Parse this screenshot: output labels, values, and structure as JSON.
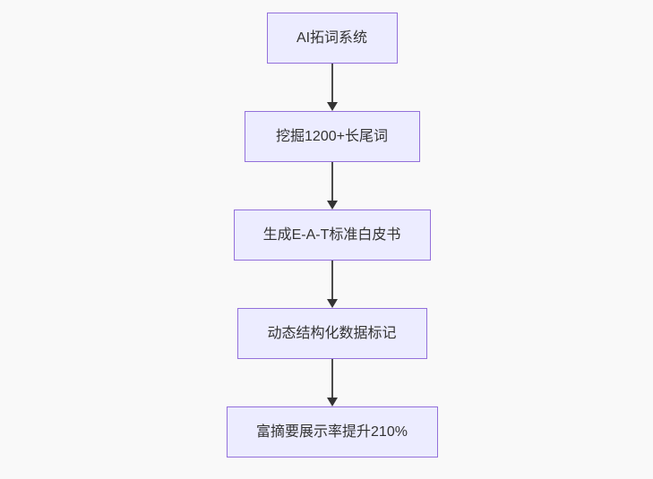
{
  "flowchart": {
    "direction": "top-to-bottom",
    "nodes": [
      {
        "id": "node-1",
        "label": "AI拓词系统"
      },
      {
        "id": "node-2",
        "label": "挖掘1200+长尾词"
      },
      {
        "id": "node-3",
        "label": "生成E-A-T标准白皮书"
      },
      {
        "id": "node-4",
        "label": "动态结构化数据标记"
      },
      {
        "id": "node-5",
        "label": "富摘要展示率提升210%"
      }
    ],
    "edges": [
      {
        "from": "node-1",
        "to": "node-2",
        "style": "arrow-down"
      },
      {
        "from": "node-2",
        "to": "node-3",
        "style": "arrow-down"
      },
      {
        "from": "node-3",
        "to": "node-4",
        "style": "arrow-down"
      },
      {
        "from": "node-4",
        "to": "node-5",
        "style": "arrow-down"
      }
    ],
    "colors": {
      "background": "#f9f9f9",
      "node_fill": "#ECECFF",
      "node_border": "#9370DB",
      "arrow": "#333333",
      "text": "#333333"
    }
  }
}
